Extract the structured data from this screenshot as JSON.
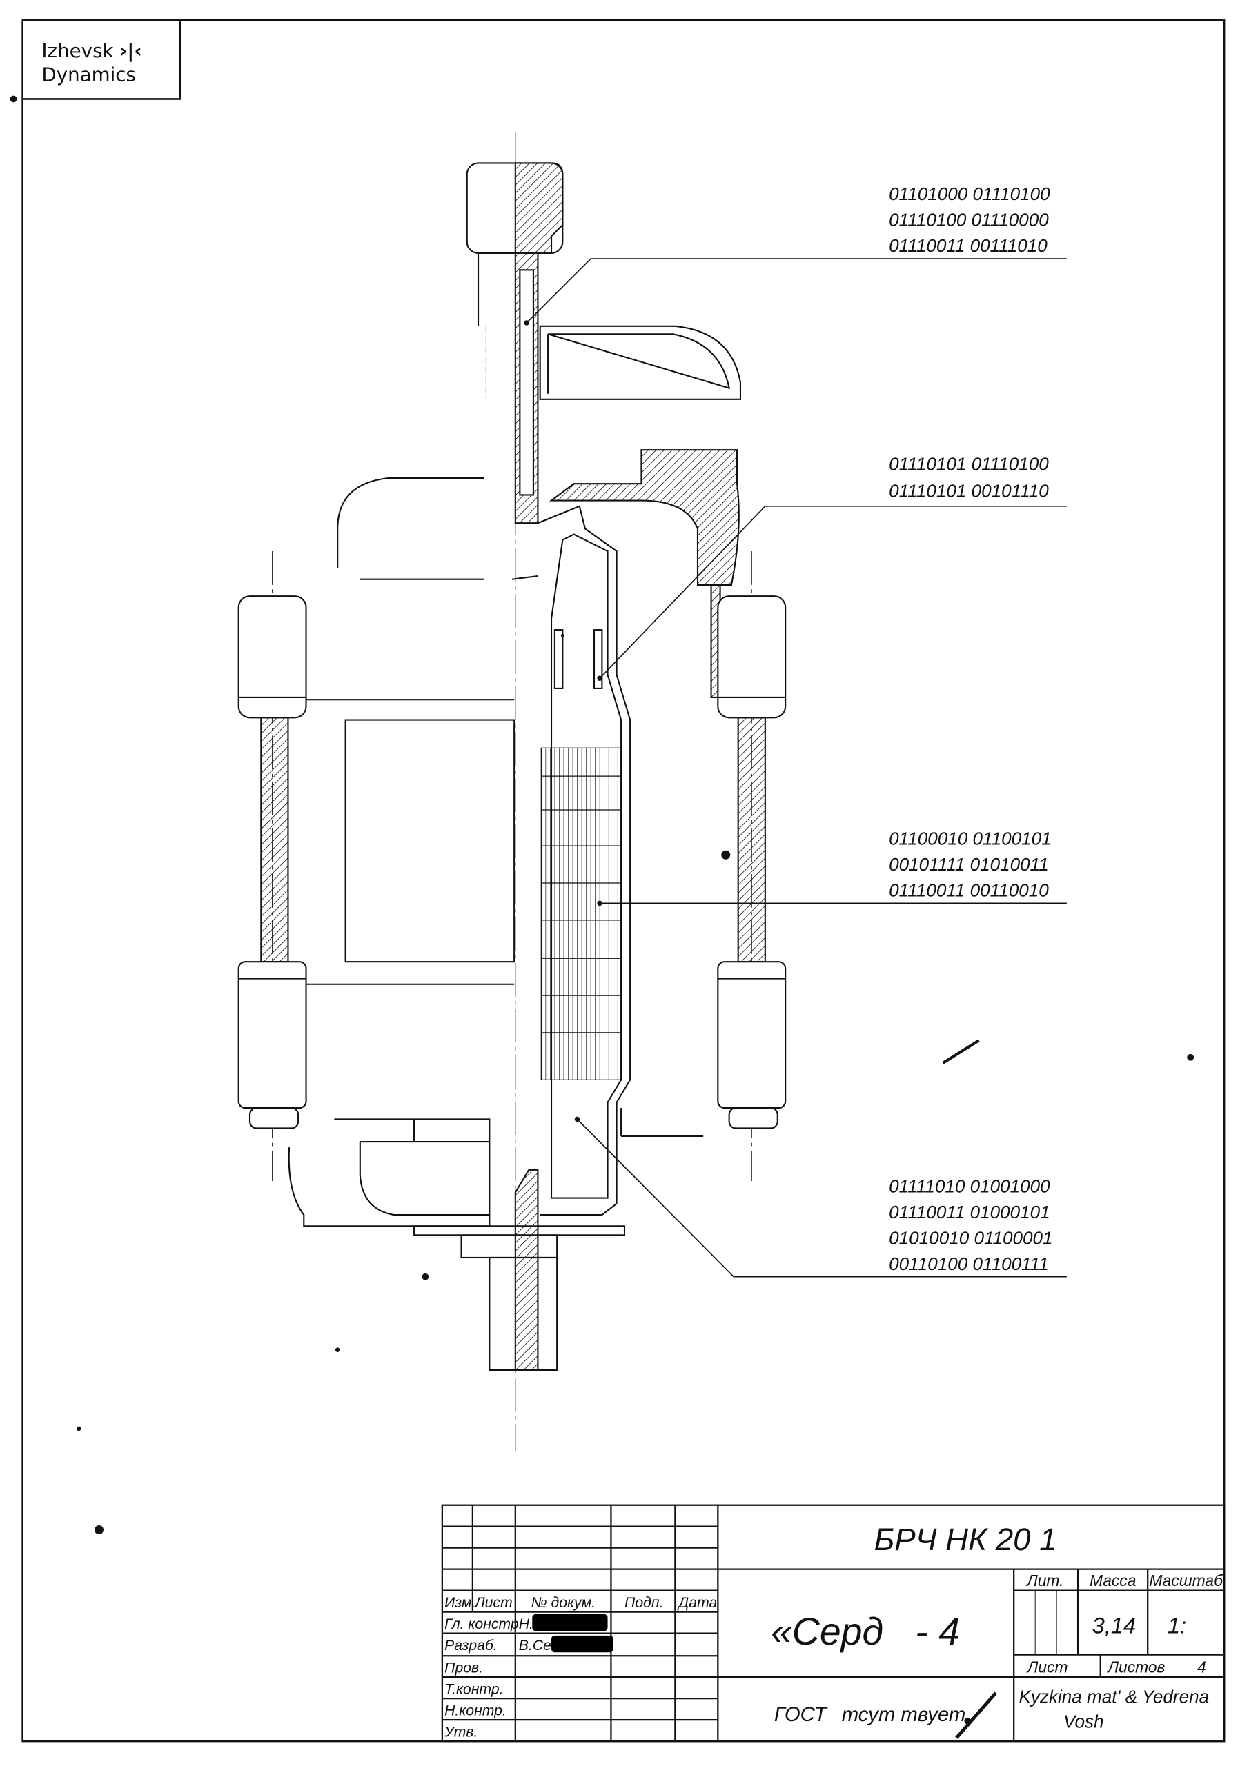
{
  "logo": {
    "line1": "Izhevsk",
    "line2": "Dynamics",
    "mark": "›|‹"
  },
  "callouts": [
    {
      "lines": [
        "01101000 01110100",
        "01110100 01110000",
        "01110011 00111010"
      ]
    },
    {
      "lines": [
        "01110101 01110100",
        "01110101 00101110"
      ]
    },
    {
      "lines": [
        "01100010 01100101",
        "00101111 01010011",
        "01110011 00110010"
      ]
    },
    {
      "lines": [
        "01111010 01001000",
        "01110011 01000101",
        "01010010 01100001",
        "00110100 01100111"
      ]
    }
  ],
  "title_block": {
    "designation": "БРЧ НК 20 1",
    "name": "«Серд   - 4",
    "standard": "ГОСТ",
    "standard_note": "тсут твует",
    "company_line1": "Kyzkina mat' & Yedrena",
    "company_line2": "Vosh",
    "headers": {
      "izm": "Изм.",
      "list": "Лист",
      "doc": "№ докум.",
      "sign": "Подп.",
      "date": "Дата"
    },
    "roles": [
      "Гл. констр.",
      "Разраб.",
      "Пров.",
      "Т.контр.",
      "Н.контр.",
      "Утв."
    ],
    "names": [
      "Н.",
      "В.Сед"
    ],
    "lit_label": "Лит.",
    "mass_label": "Масса",
    "scale_label": "Масштаб",
    "mass_value": "3,14",
    "scale_value": "1:",
    "sheet_label": "Лист",
    "sheets_label": "Листов",
    "sheets_value": "4"
  }
}
